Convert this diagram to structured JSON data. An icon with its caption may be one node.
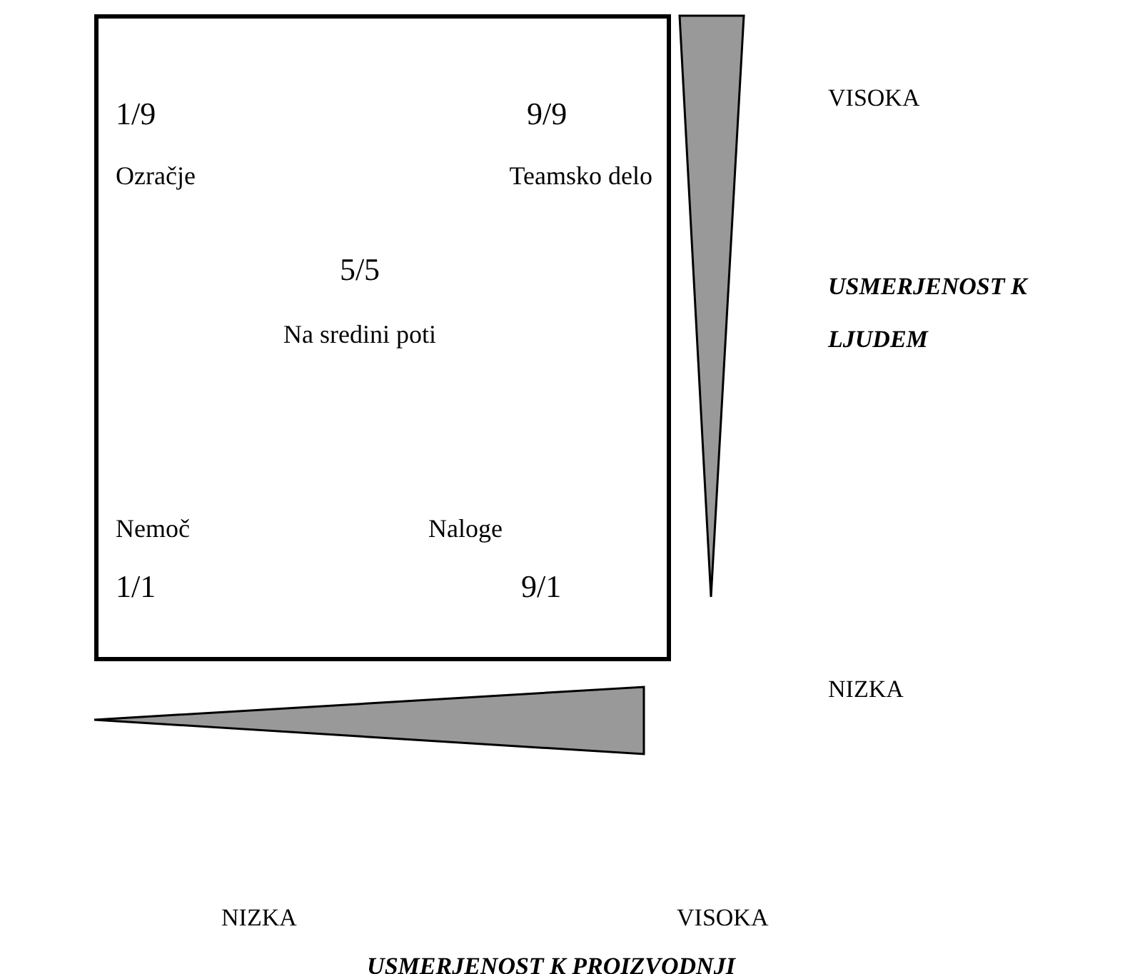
{
  "diagram": {
    "nodes": [
      {
        "text": [
          "1/9",
          "9/9",
          "Ozračje",
          "Teamsko delo",
          "5/5",
          "Na sredini poti",
          "Nemoč",
          "Naloge",
          "1/1",
          "9/1"
        ]
      },
      {
        "text": [],
        "shape": "triangle"
      },
      {
        "text": [],
        "shape": "triangle"
      }
    ],
    "labels": [
      "VISOKA",
      "USMERJENOST K LJUDEM",
      "NIZKA",
      "NIZKA",
      "VISOKA",
      "USMERJENOST K PROIZVODNJI"
    ]
  }
}
